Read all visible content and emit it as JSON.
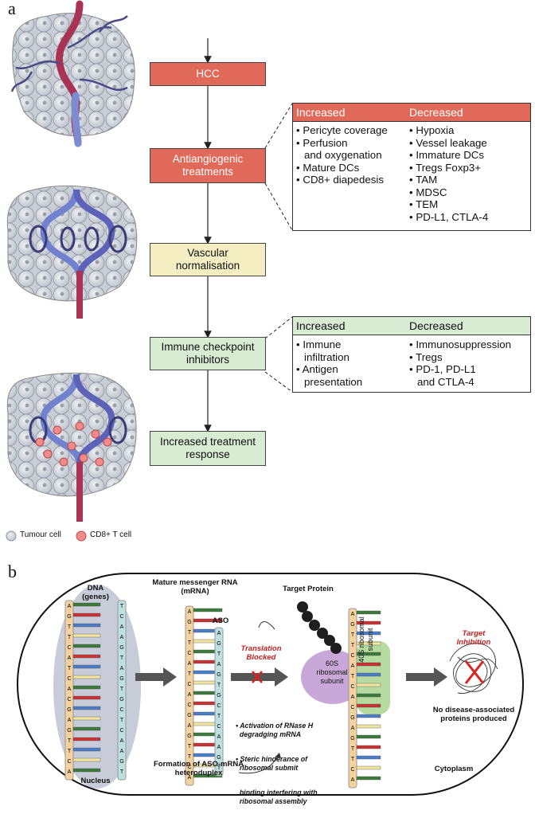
{
  "panel_a": {
    "letter": "a",
    "flow": {
      "hcc": "HCC",
      "antiangiogenic": [
        "Antiangiogenic",
        "treatments"
      ],
      "vascular": [
        "Vascular",
        "normalisation"
      ],
      "checkpoint": [
        "Immune checkpoint",
        "inhibitors"
      ],
      "response": [
        "Increased treatment",
        "response"
      ]
    },
    "table1": {
      "increased_header": "Increased",
      "decreased_header": "Decreased",
      "increased": [
        "• Pericyte coverage",
        "• Perfusion",
        "  and oxygenation",
        "• Mature DCs",
        "• CD8+ diapedesis"
      ],
      "decreased": [
        "• Hypoxia",
        "• Vessel leakage",
        "• Immature DCs",
        "• Tregs Foxp3+",
        "• TAM",
        "• MDSC",
        "• TEM",
        "• PD-L1, CTLA-4"
      ]
    },
    "table2": {
      "increased_header": "Increased",
      "decreased_header": "Decreased",
      "increased": [
        "• Immune",
        "  infiltration",
        "• Antigen",
        "  presentation"
      ],
      "decreased": [
        "• Immunosuppression",
        "• Tregs",
        "• PD-1, PD-L1",
        "  and CTLA-4"
      ]
    },
    "legend": {
      "tumour": "Tumour cell",
      "cd8": "CD8+ T cell"
    }
  },
  "panel_b": {
    "letter": "b",
    "dna_label": [
      "DNA",
      "(genes)"
    ],
    "nucleus": "Nucleus",
    "mrna_label": [
      "Mature messenger RNA",
      "(mRNA)"
    ],
    "aso": "ASO",
    "translation_blocked": [
      "Translation",
      "Blocked"
    ],
    "target_protein": "Target Protein",
    "ribo60": [
      "60S",
      "ribosomal",
      "subunit"
    ],
    "ribo40": [
      "40S ribosomal",
      "subunit"
    ],
    "target_inhibition": [
      "Target",
      "Inhibition"
    ],
    "no_disease": [
      "No disease-associated",
      "proteins produced"
    ],
    "mechanisms": [
      "• Activation of RNase H",
      "  degradging mRNA",
      "• Steric hinderance of",
      "  ribosomal submit",
      "  binding interfering with",
      "  ribosomal assembly"
    ],
    "formation": [
      "Formation of ASO-mRNA",
      "heteroduplex"
    ],
    "cytoplasm": "Cytoplasm",
    "dna_left": [
      "A",
      "G",
      "T",
      "T",
      "C",
      "A",
      "T",
      "C",
      "A",
      "C",
      "G",
      "A",
      "G",
      "T",
      "T",
      "C",
      "A"
    ],
    "dna_right": [
      "T",
      "C",
      "A",
      "A",
      "G",
      "T",
      "A",
      "G",
      "T",
      "G",
      "C",
      "T",
      "C",
      "A",
      "A",
      "G",
      "T"
    ],
    "mrna_seq": [
      "A",
      "G",
      "T",
      "T",
      "C",
      "A",
      "T",
      "C",
      "A",
      "C",
      "G",
      "A",
      "G",
      "T",
      "T",
      "C",
      "A"
    ],
    "aso_seq": [
      "A",
      "G",
      "T",
      "A",
      "G",
      "T",
      "G",
      "C",
      "T",
      "C",
      "A",
      "A",
      "G",
      "T"
    ],
    "ribo_seq": [
      "A",
      "G",
      "T",
      "T",
      "C",
      "A",
      "T",
      "C",
      "A",
      "C",
      "G",
      "A",
      "G",
      "T",
      "T",
      "C",
      "A"
    ]
  }
}
